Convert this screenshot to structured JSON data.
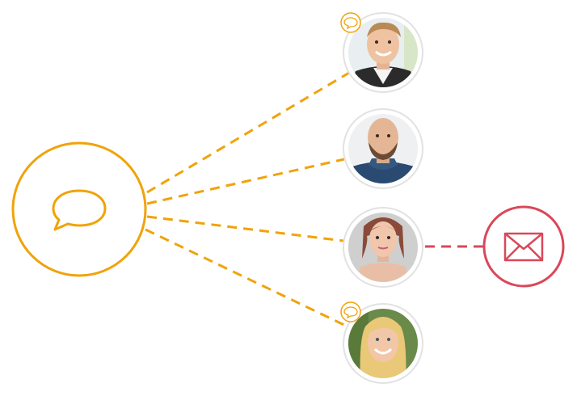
{
  "colors": {
    "accent": "#f0a30a",
    "email": "#d9485a",
    "ring": "#e2e2e2",
    "background": "#ffffff"
  },
  "hub": {
    "icon": "chat-bubble-icon"
  },
  "avatars": [
    {
      "name": "avatar-man-smiling",
      "badge": "chat-bubble-icon"
    },
    {
      "name": "avatar-bald-bearded-man",
      "badge": null
    },
    {
      "name": "avatar-woman-auburn-hair",
      "badge": null
    },
    {
      "name": "avatar-blonde-woman",
      "badge": "chat-bubble-icon"
    }
  ],
  "email_node": {
    "icon": "envelope-icon"
  }
}
